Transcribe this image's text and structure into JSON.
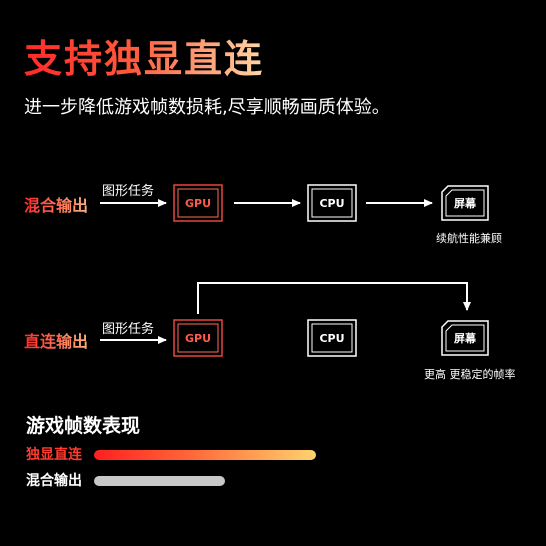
{
  "header": {
    "title": "支持独显直连",
    "subtitle": "进一步降低游戏帧数损耗,尽享顺畅画质体验。"
  },
  "diagram": {
    "rows": [
      {
        "label": "混合输出",
        "task": "图形任务",
        "chips": [
          "GPU",
          "CPU",
          "屏幕"
        ],
        "note": "续航性能兼顾"
      },
      {
        "label": "直连输出",
        "task": "图形任务",
        "chips": [
          "GPU",
          "CPU",
          "屏幕"
        ],
        "note": "更高 更稳定的帧率"
      }
    ]
  },
  "performance": {
    "title": "游戏帧数表现",
    "bars": [
      {
        "label": "独显直连",
        "value": 1.0
      },
      {
        "label": "混合输出",
        "value": 0.59
      }
    ]
  },
  "colors": {
    "accent_red": "#ff2a2a",
    "gpu_border": "#e8453c",
    "neutral": "#ffffff",
    "background": "#000000"
  }
}
